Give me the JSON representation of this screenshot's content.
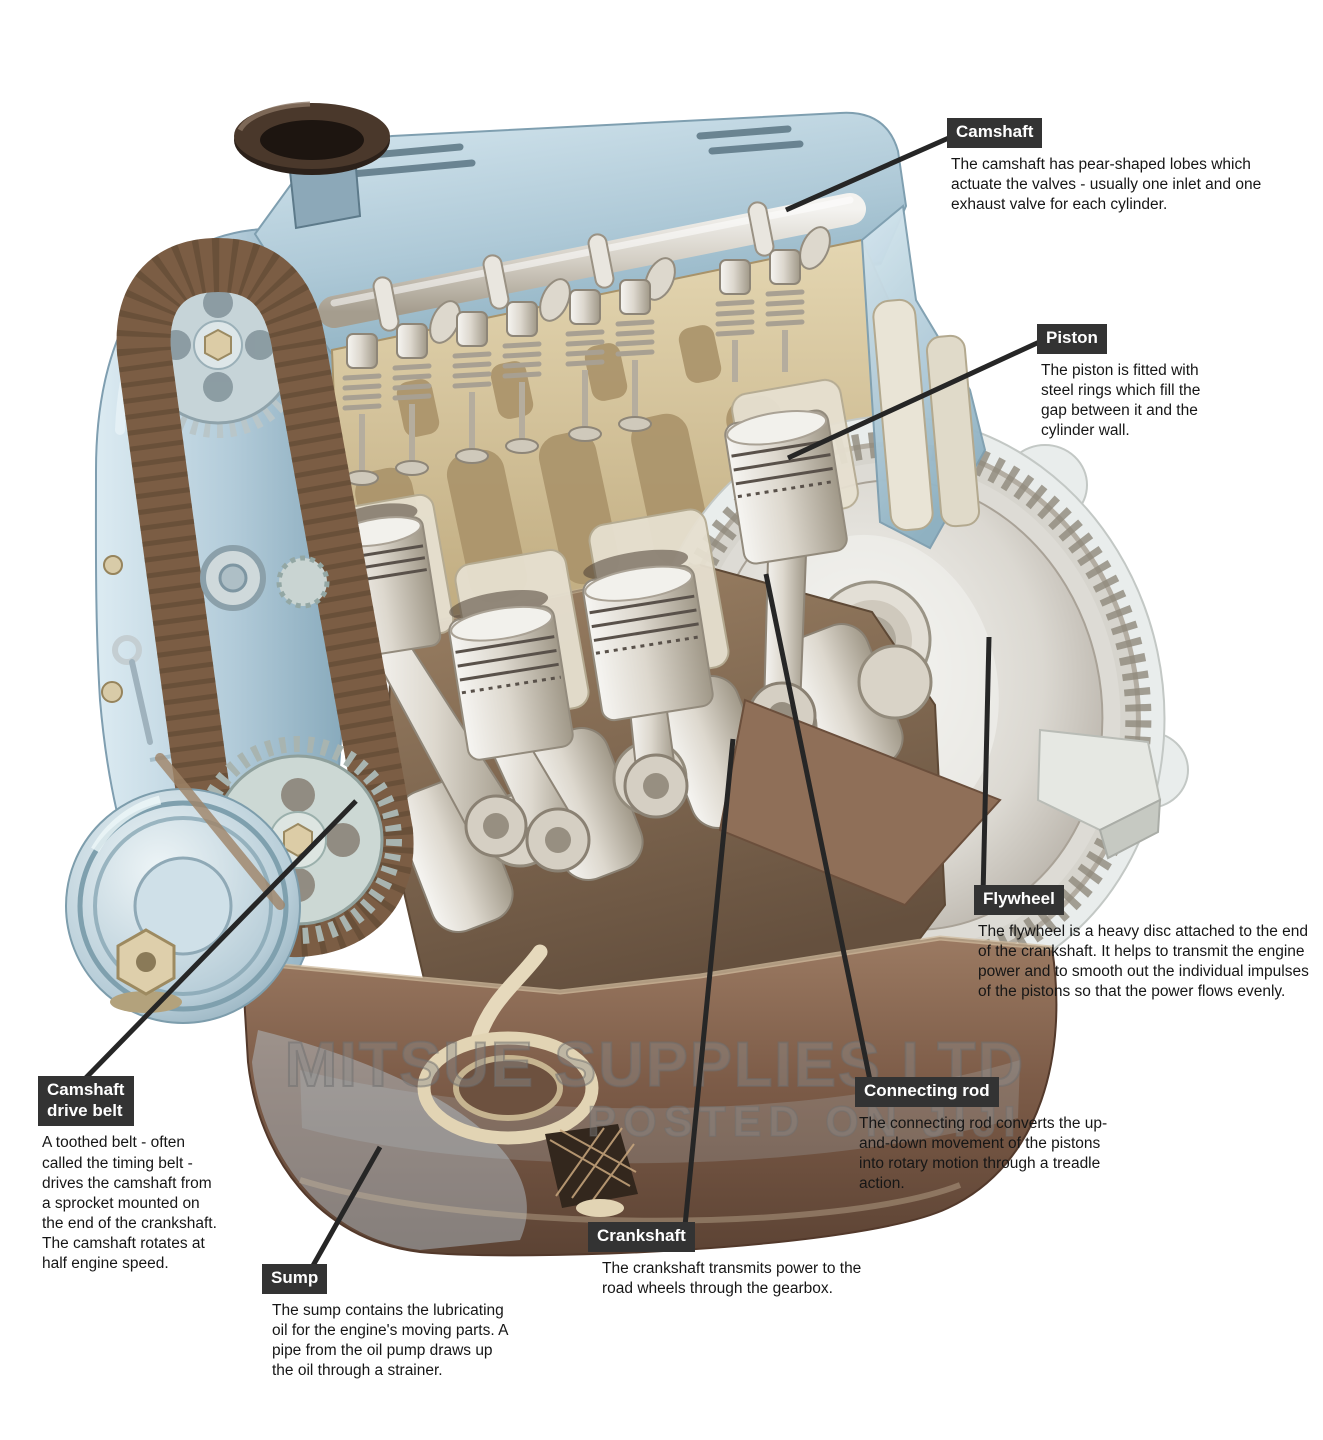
{
  "figure_type": "engine-cutaway-diagram",
  "watermark": {
    "line1": "MITSUE SUPPLIES LTD",
    "line2": "POSTED ON JIJI"
  },
  "labels": {
    "camshaft": {
      "title": "Camshaft",
      "body": "The camshaft has pear-shaped lobes which actuate the valves - usually one inlet and one exhaust valve for each cylinder."
    },
    "piston": {
      "title": "Piston",
      "body": "The piston is fitted with steel rings which fill the gap between it and the cylinder wall."
    },
    "flywheel": {
      "title": "Flywheel",
      "body": "The flywheel is a heavy disc attached to the end of the crankshaft. It helps to transmit the engine power and to smooth out the individual impulses of the pistons so that the power flows evenly."
    },
    "connecting_rod": {
      "title": "Connecting rod",
      "body": "The connecting rod converts the up-and-down movement of the pistons into rotary motion through a treadle action."
    },
    "crankshaft": {
      "title": "Crankshaft",
      "body": "The crankshaft transmits power to the road wheels through the gearbox."
    },
    "sump": {
      "title": "Sump",
      "body": "The sump contains the lubricating oil for the engine's moving parts. A pipe from the oil pump draws up the oil through a strainer."
    },
    "camshaft_drive_belt": {
      "title": "Camshaft drive belt",
      "body": "A toothed belt - often called the timing belt - drives the camshaft from a sprocket mounted on the end of the crankshaft. The camshaft rotates at half engine speed."
    }
  },
  "colors": {
    "background": "#ffffff",
    "badge_bg": "#333333",
    "badge_text": "#ffffff",
    "body_text": "#161616",
    "leader_line": "#262626",
    "engine_blue": "#b6cfdc",
    "head_beige": "#d8c8a2",
    "metal_silver": "#e8e5de",
    "belt_brown": "#7b5d44",
    "sump_brown": "#8a6a54",
    "watermark_gray": "#8c8c8c"
  }
}
